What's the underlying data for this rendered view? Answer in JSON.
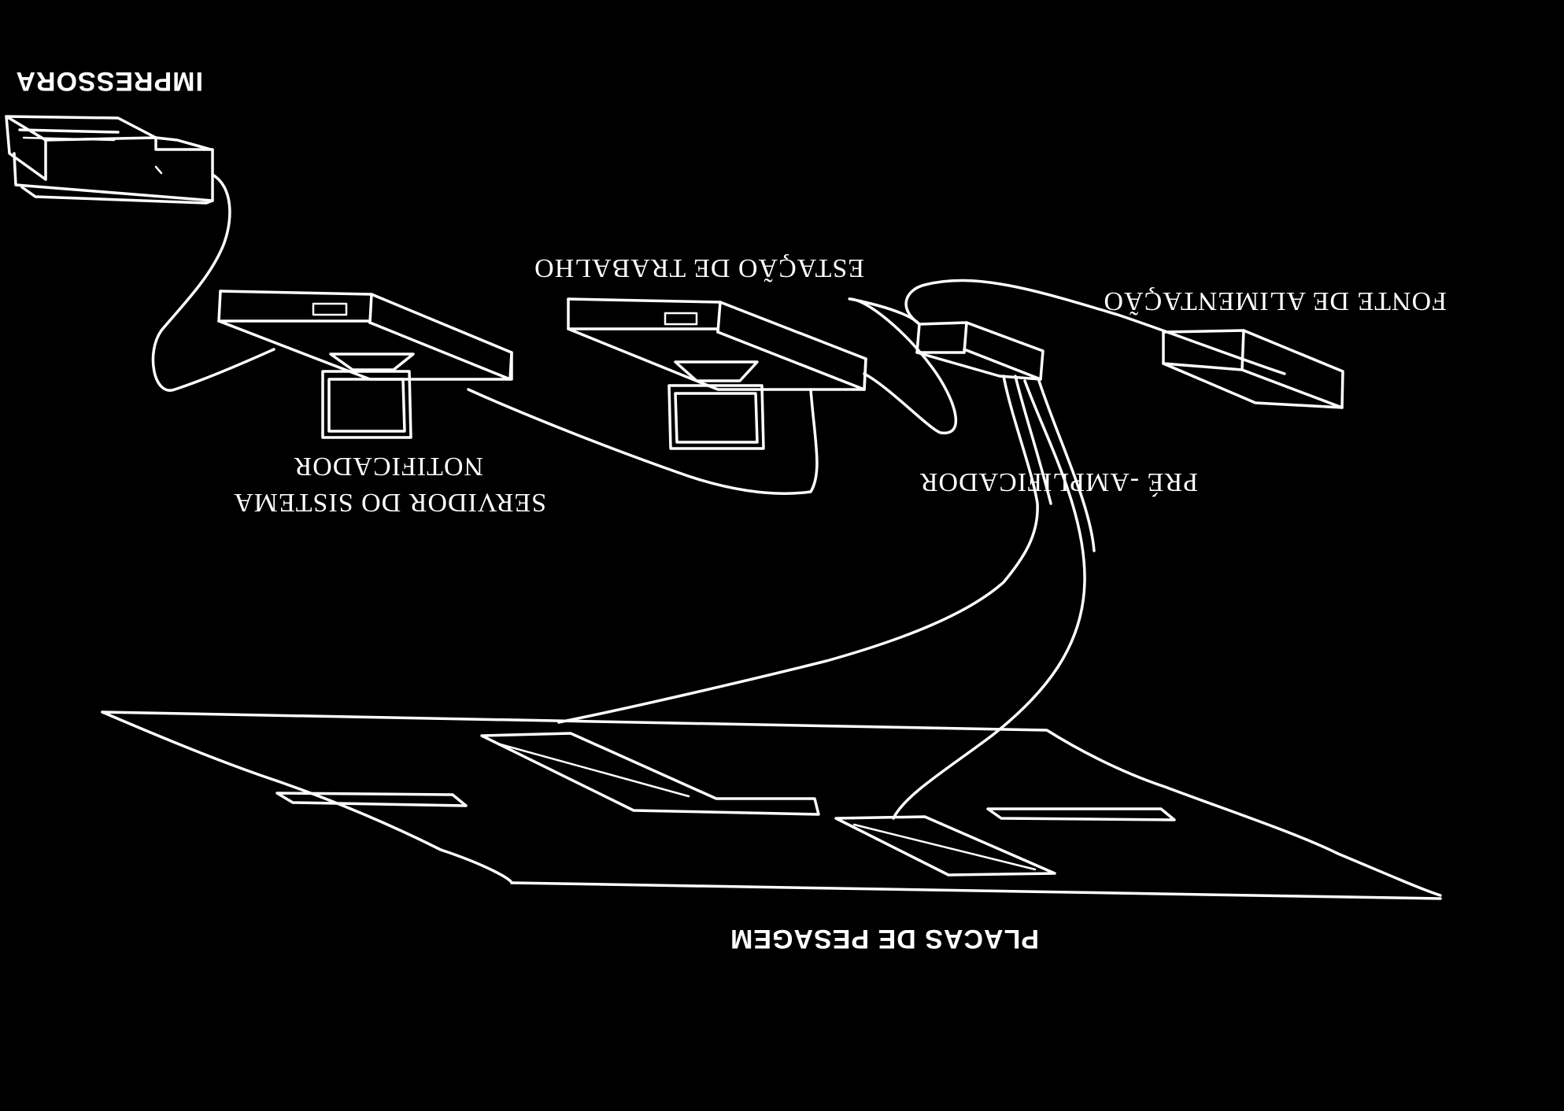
{
  "labels": {
    "printer": "IMPRESSORA",
    "workstation": "ESTAÇÃO DE TRABALHO",
    "power_supply": "FONTE DE ALIMENTAÇÃO",
    "notifier": "NOTIFICADOR",
    "system_server": "SERVIDOR DO SISTEMA",
    "preamplifier": "PRÉ -AMPLIFICADOR",
    "weighing_plates": "PLACAS DE PESAGEM"
  },
  "colors": {
    "background": "#000000",
    "foreground": "#ffffff"
  },
  "orientation": "mirrored"
}
